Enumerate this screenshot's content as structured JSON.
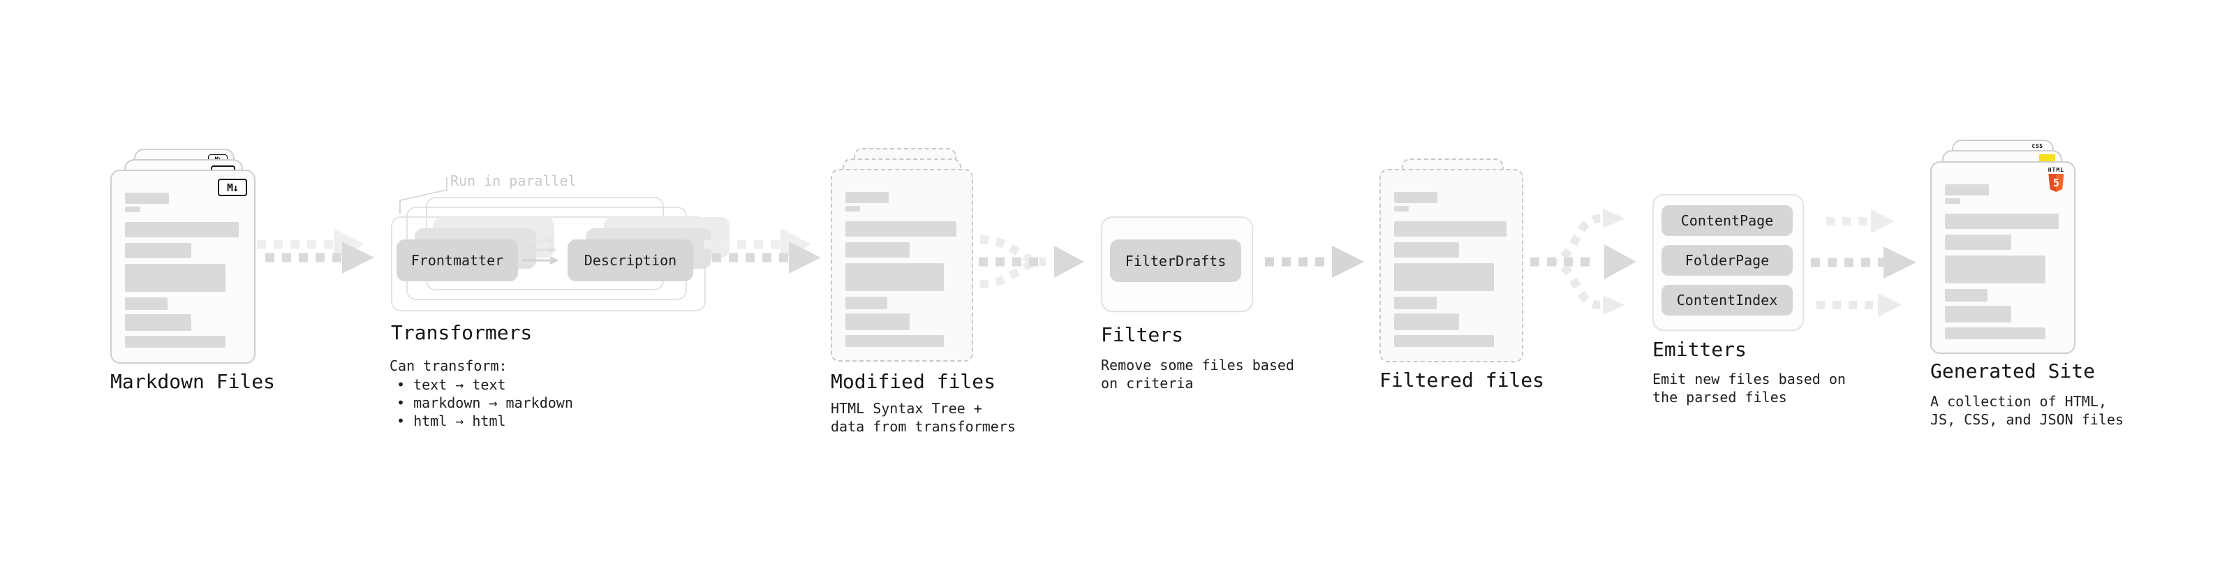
{
  "diagram": {
    "stages": [
      {
        "caption": "Markdown Files"
      },
      {
        "caption": "Transformers",
        "note": "Run in parallel",
        "buttons": [
          "Frontmatter",
          "Description"
        ],
        "description_lines": [
          "Can transform:",
          "• text → text",
          "• markdown → markdown",
          "• html → html"
        ]
      },
      {
        "caption": "Modified files",
        "description_lines": [
          "HTML Syntax Tree +",
          "data from transformers"
        ]
      },
      {
        "caption": "Filters",
        "buttons": [
          "FilterDrafts"
        ],
        "description_lines": [
          "Remove some files based",
          "on criteria"
        ]
      },
      {
        "caption": "Filtered files"
      },
      {
        "caption": "Emitters",
        "buttons": [
          "ContentPage",
          "FolderPage",
          "ContentIndex"
        ],
        "description_lines": [
          "Emit new files based on",
          "the parsed files"
        ]
      },
      {
        "caption": "Generated Site",
        "description_lines": [
          "A collection of HTML,",
          "JS, CSS, and JSON files"
        ]
      }
    ],
    "icons": {
      "markdown": "M↓",
      "html5_label": "HTML",
      "html5_number": "5",
      "css_label": "CSS"
    },
    "colors": {
      "html5_orange": "#e44d26",
      "js_yellow": "#f6df1d",
      "css_blue": "#2f6bf2",
      "arrow_dark": "#dadada",
      "arrow_light": "#ededed"
    }
  }
}
